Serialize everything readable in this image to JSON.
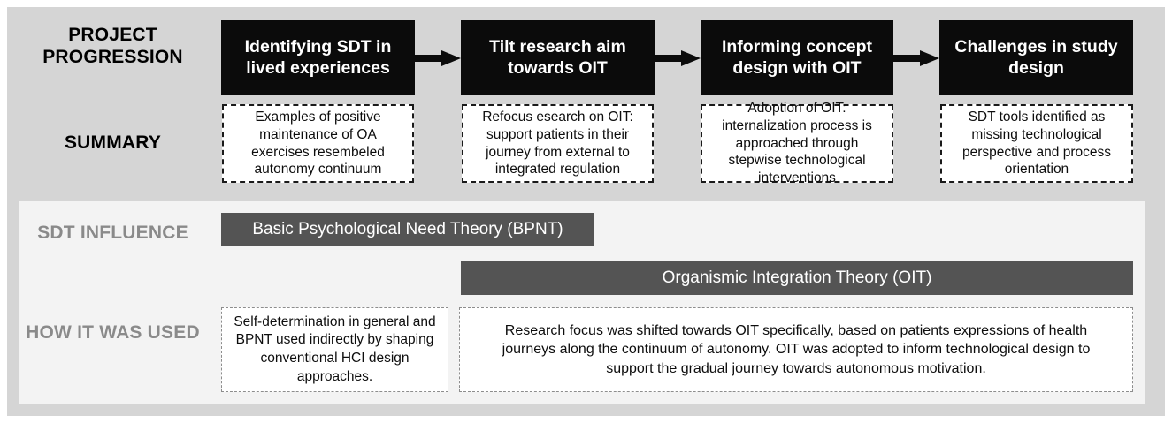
{
  "rows": {
    "project_progression": "PROJECT PROGRESSION",
    "summary": "SUMMARY",
    "sdt_influence": "SDT INFLUENCE",
    "how_it_was_used": "HOW IT WAS USED"
  },
  "stages": [
    {
      "title": "Identifying SDT in lived experiences",
      "summary": "Examples of positive maintenance of OA exercises resembeled autonomy continuum"
    },
    {
      "title": "Tilt research aim towards OIT",
      "summary": "Refocus esearch on OIT: support patients in their journey from external to integrated regulation"
    },
    {
      "title": "Informing concept design with OIT",
      "summary": "Adoption of OIT: internalization process is approached through stepwise technological interventions"
    },
    {
      "title": "Challenges in study design",
      "summary": "SDT tools identified as missing technological perspective and process orientation"
    }
  ],
  "arrows": [
    "arrow-stage-1-to-2",
    "arrow-stage-2-to-3",
    "arrow-stage-3-to-4"
  ],
  "theory_bars": [
    {
      "label": "Basic Psychological Need Theory (BPNT)"
    },
    {
      "label": "Organismic Integration Theory (OIT)"
    }
  ],
  "usage": [
    {
      "text": "Self-determination in general and BPNT used indirectly by shaping conventional HCI design approaches."
    },
    {
      "text": "Research focus was shifted towards OIT specifically, based on patients expressions of health journeys along the continuum of autonomy. OIT was adopted to inform technological design to support the gradual journey towards autonomous motivation."
    }
  ],
  "colors": {
    "panel_top": "#d5d5d5",
    "panel_bottom": "#f3f3f3",
    "stage_box": "#0b0b0b",
    "theory_bar": "#545454",
    "muted_label": "#8a8a8a"
  }
}
